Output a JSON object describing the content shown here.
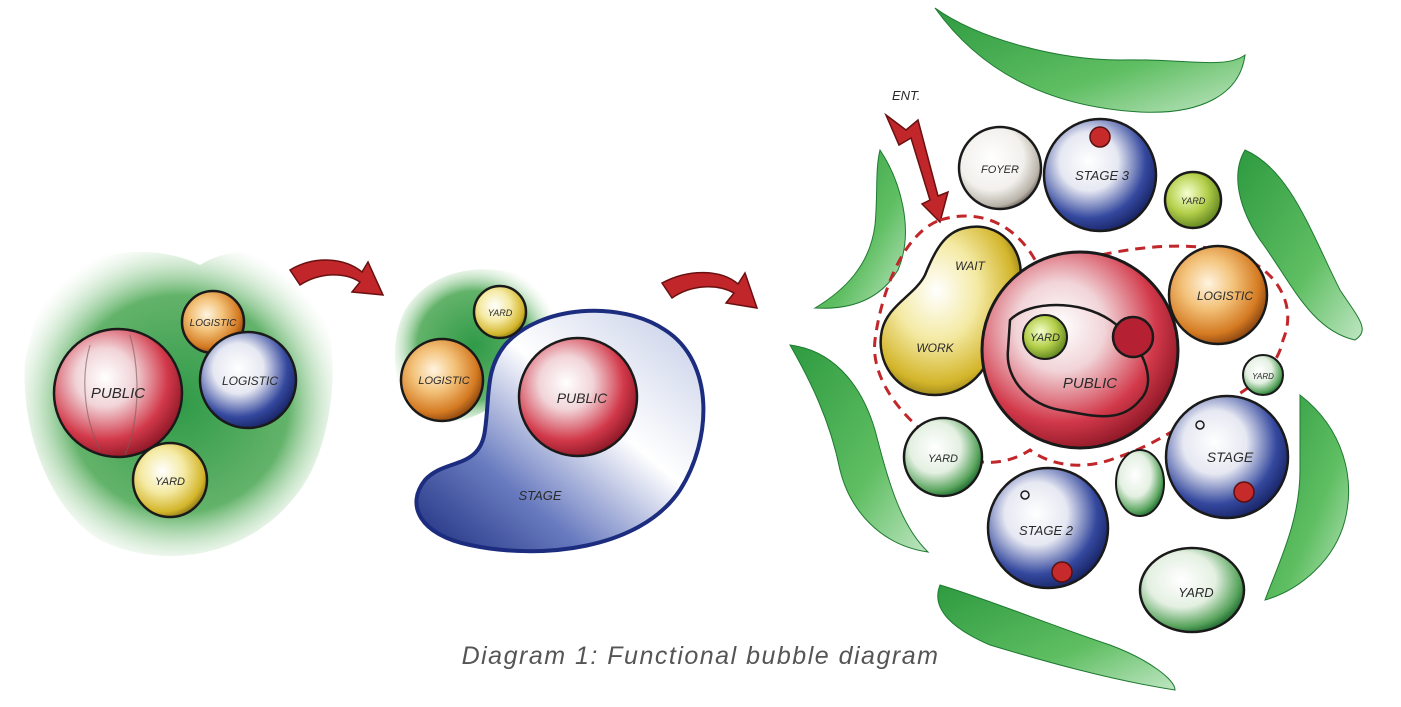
{
  "caption": "Diagram 1: Functional bubble diagram",
  "colors": {
    "public": "#c8283a",
    "logistics_orange": "#d9822b",
    "stage_blue": "#23368c",
    "yellow": "#d8c030",
    "green": "#3a9a4a",
    "arrow": "#c0262a",
    "outline": "#1a1a1a"
  },
  "diagram1": {
    "public": "PUBLIC",
    "logistics_top": "LOGISTIC",
    "logistics_right": "LOGISTIC",
    "yard": "YARD"
  },
  "diagram2": {
    "yard": "YARD",
    "logistics": "LOGISTIC",
    "public": "PUBLIC",
    "stage": "STAGE"
  },
  "diagram3": {
    "entry": "ENT.",
    "foyer": "FOYER",
    "stage3": "STAGE 3",
    "yard_top": "YARD",
    "wait": "WAIT",
    "work": "WORK",
    "yard_center": "YARD",
    "public": "PUBLIC",
    "logistics": "LOGISTIC",
    "yard_right": "YARD",
    "yard_left": "YARD",
    "stage": "STAGE",
    "stage2": "STAGE 2",
    "yard_bottom": "YARD"
  }
}
